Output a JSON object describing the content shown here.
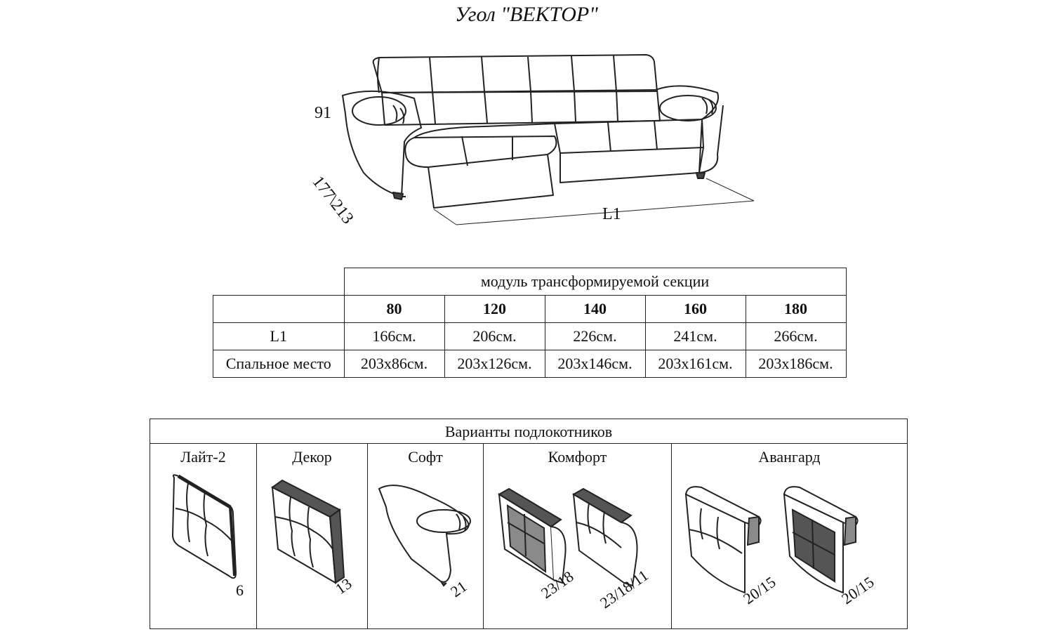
{
  "title": "Угол \"ВЕКТОР\"",
  "dimensions": {
    "height": "91",
    "depth": "177\\213",
    "length": "L1"
  },
  "table": {
    "group_header": "модуль трансформируемой секции",
    "modules": [
      "80",
      "120",
      "140",
      "160",
      "180"
    ],
    "rows": [
      {
        "label": "L1",
        "values": [
          "166см.",
          "206см.",
          "226см.",
          "241см.",
          "266см."
        ]
      },
      {
        "label": "Спальное место",
        "values": [
          "203x86см.",
          "203x126см.",
          "203x146см.",
          "203x161см.",
          "203x186см."
        ]
      }
    ]
  },
  "armrests": {
    "title": "Варианты подлокотников",
    "items": [
      {
        "name": "Лайт-2",
        "codes": [
          "6"
        ]
      },
      {
        "name": "Декор",
        "codes": [
          "13"
        ]
      },
      {
        "name": "Софт",
        "codes": [
          "21"
        ]
      },
      {
        "name": "Комфорт",
        "codes": [
          "23/18",
          "23/18/11"
        ]
      },
      {
        "name": "Авангард",
        "codes": [
          "20/15",
          "20/15"
        ]
      }
    ]
  },
  "colors": {
    "line": "#222222",
    "fill_dark": "#555555",
    "fill_grey": "#8a8a8a"
  }
}
